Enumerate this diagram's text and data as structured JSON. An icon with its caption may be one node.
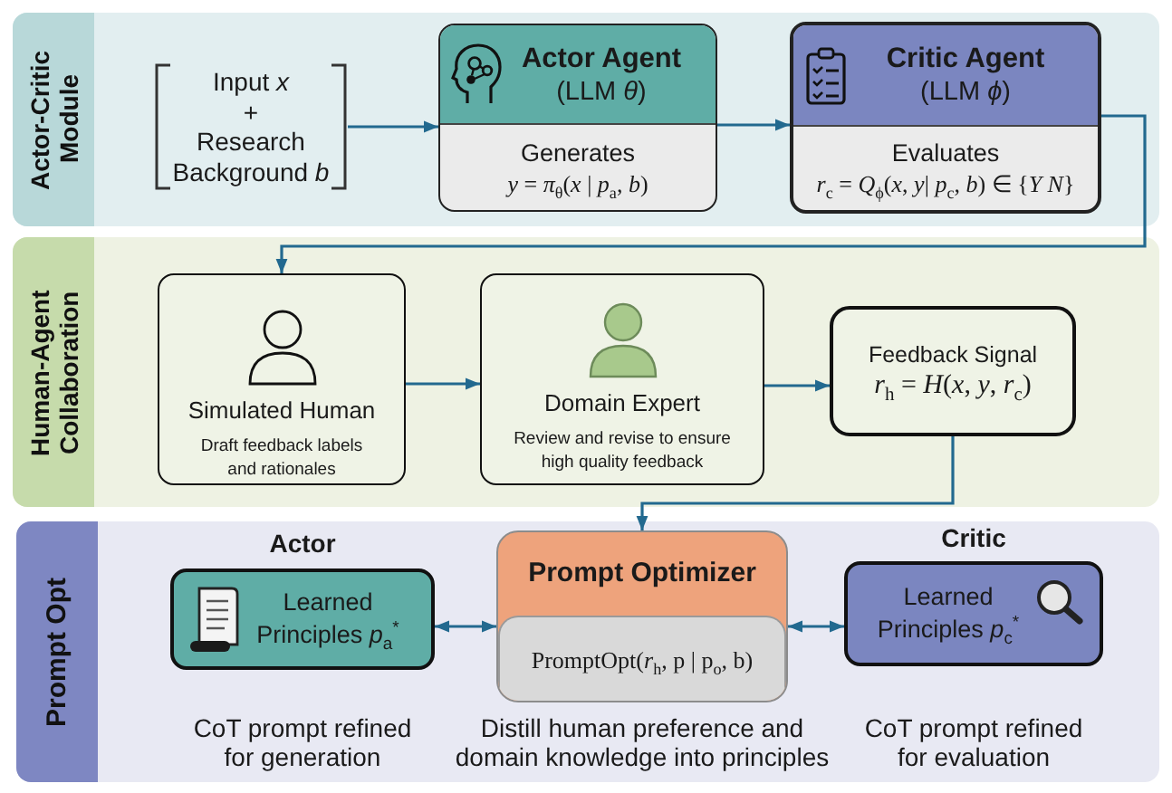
{
  "diagram": {
    "nodes": [
      {
        "text": [
          "Actor-Critic Module"
        ]
      },
      {
        "text": [
          "Input *x*",
          "+",
          "Research Background *b*"
        ],
        "in": 0
      },
      {
        "text": [
          "Actor Agent",
          "(LLM *θ*)",
          "Generates",
          "*y* = *π*$_{θ}$(*x* | *p*$_{a}$, *b*)"
        ],
        "in": 0
      },
      {
        "text": [
          "Critic Agent",
          "(LLM *ϕ*)",
          "Evaluates",
          "*r*$_{c}$ = *Q*$_{ϕ}$(*x*, *y*| *p*$_{c}$, *b*) ∈ {*Y* *N*}"
        ],
        "in": 0
      },
      {
        "text": [
          "Human-Agent Collaboration"
        ]
      },
      {
        "text": [
          "Simulated Human",
          "Draft feedback labels and rationales"
        ],
        "in": 4
      },
      {
        "text": [
          "Domain Expert",
          "Review and revise to ensure high quality feedback"
        ],
        "in": 4
      },
      {
        "text": [
          "Feedback Signal",
          "*r*$_{h}$ = *H*(*x*, *y*, *r*$_{c}$)"
        ],
        "in": 4
      },
      {
        "text": [
          "Prompt Opt"
        ]
      },
      {
        "text": [
          "Actor",
          "Learned Principles *p*$_{a}$$^{*}$"
        ],
        "in": 8,
        "beside": [
          "CoT prompt refined for generation"
        ]
      },
      {
        "text": [
          "Prompt Optimizer",
          "PromptOpt(*r*$_{h}$, p | p$_{o}$, b)"
        ],
        "in": 8,
        "beside": [
          "Distill human preference and domain knowledge into principles"
        ]
      },
      {
        "text": [
          "Critic",
          "Learned Principles *p*$_{c}$$^{*}$"
        ],
        "in": 8,
        "beside": [
          "CoT prompt refined for evaluation"
        ]
      }
    ],
    "edges": [
      {
        "from": 1,
        "to": 2,
        "arrow": "to"
      },
      {
        "from": 2,
        "to": 3,
        "arrow": "to"
      },
      {
        "from": 3,
        "to": 5,
        "arrow": "to"
      },
      {
        "from": 5,
        "to": 6,
        "arrow": "to"
      },
      {
        "from": 6,
        "to": 7,
        "arrow": "to"
      },
      {
        "from": 7,
        "to": 10,
        "arrow": "to"
      },
      {
        "from": 9,
        "to": 10,
        "arrow": "both"
      },
      {
        "from": 10,
        "to": 11,
        "arrow": "both"
      }
    ]
  }
}
